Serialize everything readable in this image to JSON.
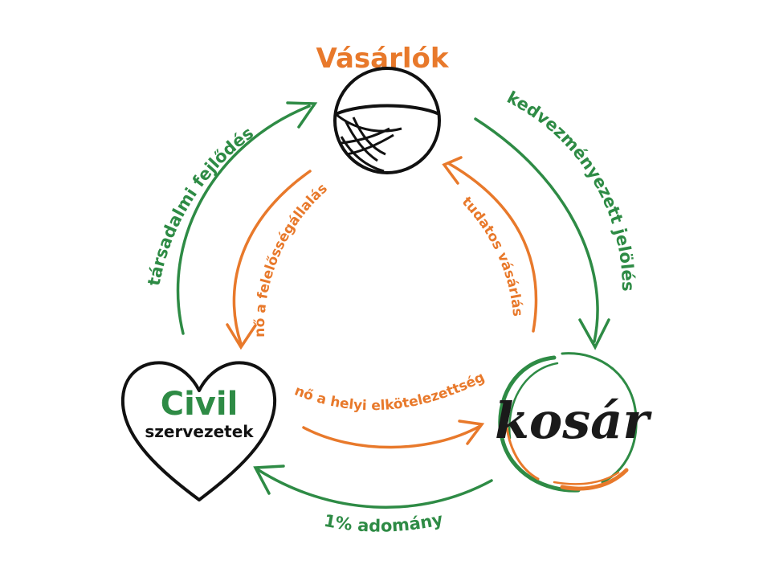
{
  "nodes": {
    "top_title": "Vásárlók",
    "civil_word": "Civil",
    "civil_sub": "szervezetek",
    "kosar_logo": "kosár"
  },
  "outer_labels": {
    "left": "társadalmi fejlődés",
    "right": "kedvezményezett jelölés",
    "bottom": "1% adomány"
  },
  "inner_labels": {
    "left": "nő a felelősségállalás",
    "right": "tudatos vásárlás",
    "bottom": "nő a helyi elkötelezettség"
  },
  "colors": {
    "green": "#2e8b45",
    "orange": "#e8792b",
    "black": "#111111"
  },
  "icons": {
    "top": "basket-ball-icon",
    "left": "heart-icon",
    "right": "kosar-logo-ring"
  }
}
